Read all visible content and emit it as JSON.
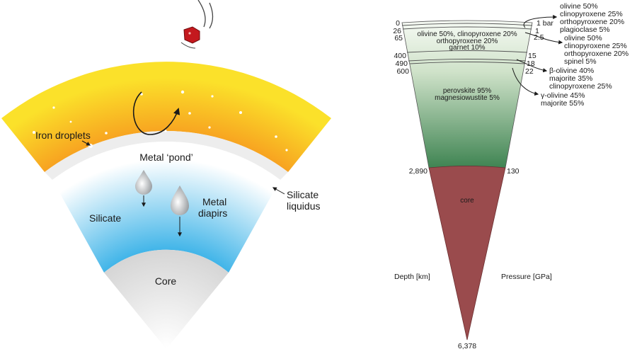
{
  "left_panel": {
    "labels": {
      "iron_droplets": "Iron droplets",
      "metal_pond": "Metal ‘pond’",
      "silicate_liquidus_1": "Silicate",
      "silicate_liquidus_2": "liquidus",
      "metal_diapirs_1": "Metal",
      "metal_diapirs_2": "diapirs",
      "silicate": "Silicate",
      "core": "Core"
    },
    "colors": {
      "magma_ocean_top": "#fbe12a",
      "magma_ocean_bottom": "#f5801b",
      "metal_pond": "#cfcfcf",
      "silicate_top": "#ffffff",
      "silicate_bottom": "#1ba6e4",
      "core": "#e6e6e6",
      "impactor": "#c4191e"
    }
  },
  "right_panel": {
    "depths_km": [
      "0",
      "26",
      "65",
      "400",
      "490",
      "600",
      "2,890",
      "6,378"
    ],
    "pressures": [
      "1 bar",
      "1",
      "2.5",
      "15",
      "18",
      "22",
      "130"
    ],
    "depth_axis_label": "Depth [km]",
    "pressure_axis_label": "Pressure [GPa]",
    "layers": {
      "upper_1": "olivine 50%, clinopyroxene 20%",
      "upper_2": "orthopyroxene 20%",
      "upper_3": "garnet 10%",
      "lower_1": "perovskite 95%",
      "lower_2": "magnesiowustite 5%",
      "core": "core"
    },
    "callouts": {
      "crust": [
        "olivine 50%",
        "clinopyroxene 25%",
        "orthopyroxene 20%",
        "plagioclase 5%"
      ],
      "spinel": [
        "olivine 50%",
        "clinopyroxene 25%",
        "orthopyroxene 20%",
        "spinel 5%"
      ],
      "beta": [
        "β-olivine 40%",
        "majorite 35%",
        "clinopyroxene 25%"
      ],
      "gamma": [
        "γ-olivine 45%",
        "majorite 55%"
      ]
    },
    "colors": {
      "mantle_top": "#f6faf4",
      "mantle_bottom": "#3f8452",
      "core": "#9a4b4d"
    }
  }
}
